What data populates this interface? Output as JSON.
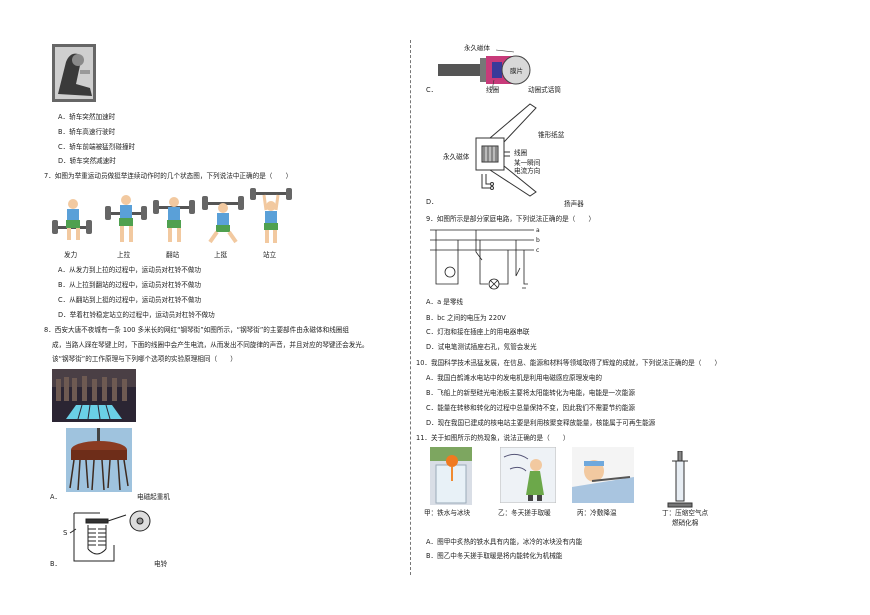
{
  "left": {
    "q6_options": [
      "A．轿车突然加速时",
      "B．轿车高速行驶时",
      "C．轿车前端被猛烈碰撞时",
      "D．轿车突然减速时"
    ],
    "q7": {
      "stem": "7．如图为举重运动员做挺举连续动作时的几个状态图，下列说法中正确的是（　　）",
      "labels": [
        "发力",
        "上拉",
        "翻站",
        "上挺",
        "站立"
      ],
      "options": [
        "A．从发力到上拉的过程中，运动员对杠铃不做功",
        "B．从上拉到翻站的过程中，运动员对杠铃不做功",
        "C．从翻站到上挺的过程中，运动员对杠铃不做功",
        "D．举着杠铃稳定站立的过程中，运动员对杠铃不做功"
      ]
    },
    "q8": {
      "stem": [
        "8．西安大唐不夜城有一条 100 多米长的网红“钢琴街”如图所示，“钢琴街”的主要部件由永磁体和线圈组",
        "成，当路人踩在琴键上时，下面的线圈中会产生电流，从而发出不同旋律的声音，并且对应的琴键还会发光。",
        "该“钢琴街”的工作原理与下列哪个选项的实验原理相同（　　）"
      ],
      "optA_letter": "A．",
      "optA_caption": "电磁起重机",
      "optB_letter": "B．",
      "optB_caption": "电铃",
      "bell_s": "S"
    }
  },
  "right": {
    "q8c": {
      "letter": "C．",
      "magnet_label": "永久磁体",
      "mesh_label": "膜片",
      "coil_label": "线圈",
      "caption": "动圈式话筒"
    },
    "q8d": {
      "letter": "D．",
      "cone_label": "锥形纸盆",
      "magnet_label": "永久磁体",
      "coil_label": "线圈",
      "current_label": [
        "某一瞬间",
        "电流方向"
      ],
      "caption": "扬声器"
    },
    "q9": {
      "stem": "9．如图所示是部分家庭电路，下列说法正确的是（　　）",
      "wires": [
        "a",
        "b",
        "c"
      ],
      "options": [
        "A．a 是零线",
        "B．bc 之间的电压为 220V",
        "C．灯泡和接在插座上的用电器串联",
        "D．试电笔测试插座右孔，氖管会发光"
      ]
    },
    "q10": {
      "stem": "10．我国科学技术迅猛发展，在信息、能源和材料等领域取得了辉煌的成就，下列说法正确的是（　　）",
      "options": [
        "A．我国白鹤滩水电站中的发电机是利用电磁感应原理发电的",
        "B．飞船上的新型硅光电池板主要将太阳能转化为电能，电能是一次能源",
        "C．能量在转移和转化的过程中总量保持不变，因此我们不需要节约能源",
        "D．现在我国已建成的核电站主要是利用核聚变释放能量，核能属于可再生能源"
      ]
    },
    "q11": {
      "stem": "11．关于如图所示的热现象，说法正确的是（　　）",
      "captions": [
        "甲：铁水与冰块",
        "乙：冬天搓手取暖",
        "丙：冷敷降温"
      ],
      "caption4": [
        "丁：压缩空气点",
        "燃硝化棉"
      ],
      "options": [
        "A．图甲中炙热的铁水具有内能，冰冷的冰块没有内能",
        "B．图乙中冬天搓手取暖是将内能转化为机械能"
      ]
    }
  }
}
